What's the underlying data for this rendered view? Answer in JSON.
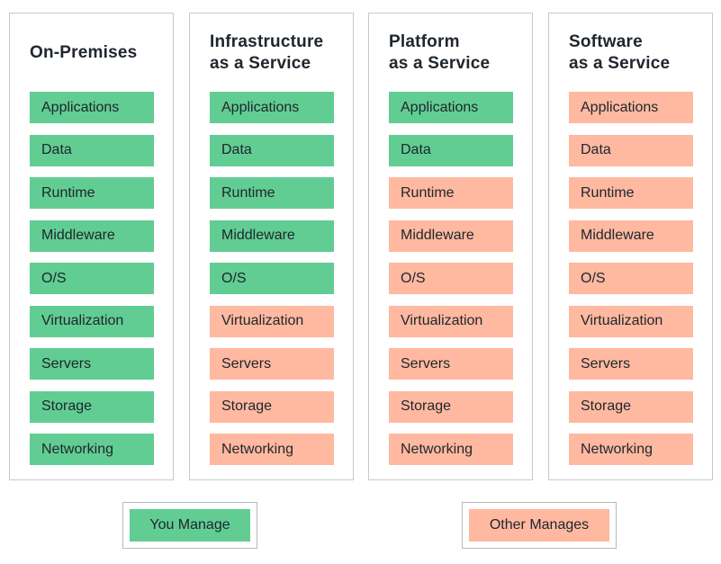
{
  "palette": {
    "you_manage_fill": "#61cd93",
    "other_manages_fill": "#ffb9a0",
    "text": "#20262e",
    "column_border": "#c9c9c9",
    "legend_border": "#b4bac0",
    "background": "#ffffff"
  },
  "columns": [
    {
      "title": "On-Premises",
      "layers": [
        {
          "label": "Applications",
          "managed": "you"
        },
        {
          "label": "Data",
          "managed": "you"
        },
        {
          "label": "Runtime",
          "managed": "you"
        },
        {
          "label": "Middleware",
          "managed": "you"
        },
        {
          "label": "O/S",
          "managed": "you"
        },
        {
          "label": "Virtualization",
          "managed": "you"
        },
        {
          "label": "Servers",
          "managed": "you"
        },
        {
          "label": "Storage",
          "managed": "you"
        },
        {
          "label": "Networking",
          "managed": "you"
        }
      ]
    },
    {
      "title": "Infrastructure\nas a Service",
      "layers": [
        {
          "label": "Applications",
          "managed": "you"
        },
        {
          "label": "Data",
          "managed": "you"
        },
        {
          "label": "Runtime",
          "managed": "you"
        },
        {
          "label": "Middleware",
          "managed": "you"
        },
        {
          "label": "O/S",
          "managed": "you"
        },
        {
          "label": "Virtualization",
          "managed": "other"
        },
        {
          "label": "Servers",
          "managed": "other"
        },
        {
          "label": "Storage",
          "managed": "other"
        },
        {
          "label": "Networking",
          "managed": "other"
        }
      ]
    },
    {
      "title": "Platform\nas a Service",
      "layers": [
        {
          "label": "Applications",
          "managed": "you"
        },
        {
          "label": "Data",
          "managed": "you"
        },
        {
          "label": "Runtime",
          "managed": "other"
        },
        {
          "label": "Middleware",
          "managed": "other"
        },
        {
          "label": "O/S",
          "managed": "other"
        },
        {
          "label": "Virtualization",
          "managed": "other"
        },
        {
          "label": "Servers",
          "managed": "other"
        },
        {
          "label": "Storage",
          "managed": "other"
        },
        {
          "label": "Networking",
          "managed": "other"
        }
      ]
    },
    {
      "title": "Software\nas a Service",
      "layers": [
        {
          "label": "Applications",
          "managed": "other"
        },
        {
          "label": "Data",
          "managed": "other"
        },
        {
          "label": "Runtime",
          "managed": "other"
        },
        {
          "label": "Middleware",
          "managed": "other"
        },
        {
          "label": "O/S",
          "managed": "other"
        },
        {
          "label": "Virtualization",
          "managed": "other"
        },
        {
          "label": "Servers",
          "managed": "other"
        },
        {
          "label": "Storage",
          "managed": "other"
        },
        {
          "label": "Networking",
          "managed": "other"
        }
      ]
    }
  ],
  "legend": {
    "you": {
      "label": "You Manage",
      "managed": "you"
    },
    "other": {
      "label": "Other Manages",
      "managed": "other"
    }
  }
}
